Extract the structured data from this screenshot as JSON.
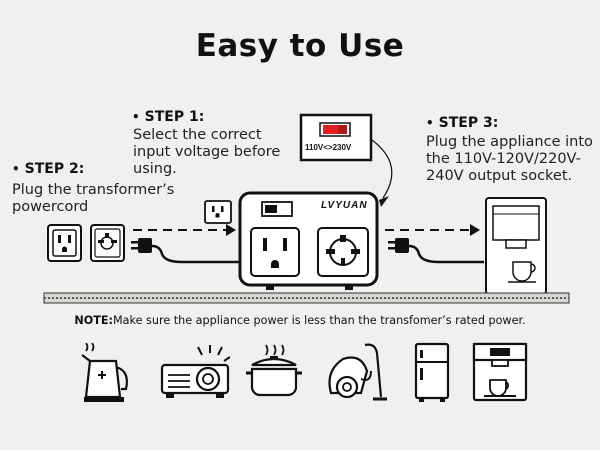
{
  "title": "Easy to Use",
  "steps": {
    "step1": {
      "title": "STEP 1:",
      "text": "Select the correct input voltage before using."
    },
    "step2": {
      "title": "STEP 2:",
      "text": "Plug the transformer’s powercord"
    },
    "step3": {
      "title": "STEP 3:",
      "text": "Plug the appliance into the 110V-120V/220V-240V output socket."
    }
  },
  "device": {
    "brand": "LVYUAN",
    "voltage_switch_label": "110V<>230V"
  },
  "note": {
    "label": "NOTE:",
    "text": "Make sure the appliance power is less than the transfomer’s rated power."
  },
  "appliances": [
    "kettle-icon",
    "projector-icon",
    "cooking-pot-icon",
    "vacuum-cleaner-icon",
    "refrigerator-icon",
    "espresso-machine-icon"
  ],
  "colors": {
    "background": "#f0f0ee",
    "switch_red": "#e02020",
    "ink": "#111111"
  }
}
